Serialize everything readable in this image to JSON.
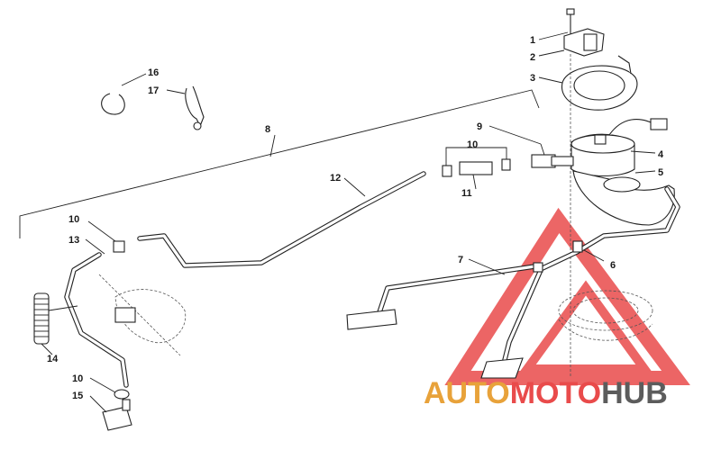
{
  "callouts": {
    "c1": "1",
    "c2": "2",
    "c3": "3",
    "c4": "4",
    "c5": "5",
    "c6": "6",
    "c7": "7",
    "c8": "8",
    "c9": "9",
    "c10a": "10",
    "c10b": "10",
    "c10c": "10",
    "c11": "11",
    "c12": "12",
    "c13": "13",
    "c14": "14",
    "c15": "15",
    "c16": "16",
    "c17": "17"
  },
  "watermark": {
    "part1": "AUTO",
    "part2": "MOTO",
    "part3": "HUB",
    "color_primary": "#e8a23a",
    "color_secondary": "#e94b4b",
    "color_tertiary": "#5c5c5c",
    "triangle_color": "#e94b4b"
  }
}
